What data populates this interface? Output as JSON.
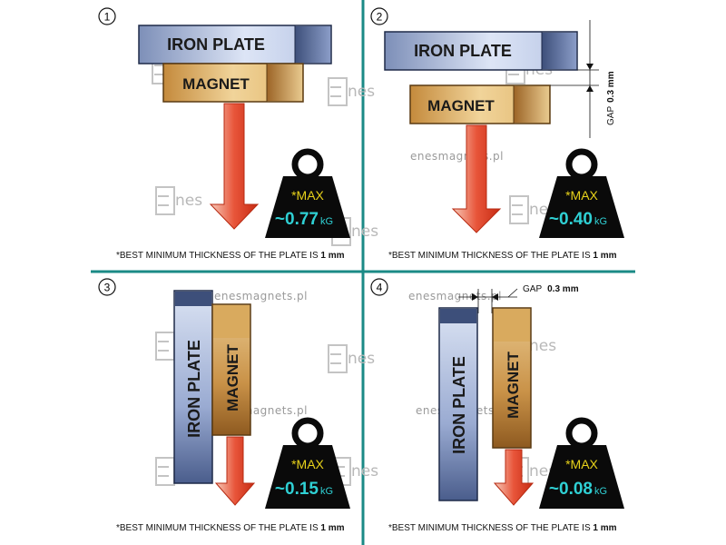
{
  "panels": [
    {
      "number": "1",
      "plate": "IRON PLATE",
      "magnet": "MAGNET",
      "max": "*MAX",
      "value": "~0.77",
      "unit": "kG",
      "note": "*BEST MINIMUM THICKNESS OF THE PLATE IS ",
      "note_bold": "1 mm"
    },
    {
      "number": "2",
      "plate": "IRON PLATE",
      "magnet": "MAGNET",
      "max": "*MAX",
      "value": "~0.40",
      "unit": "kG",
      "gap_label": "GAP",
      "gap_value": "0.3 mm",
      "note": "*BEST MINIMUM THICKNESS OF THE PLATE IS ",
      "note_bold": "1 mm"
    },
    {
      "number": "3",
      "plate": "IRON  PLATE",
      "magnet": "MAGNET",
      "max": "*MAX",
      "value": "~0.15",
      "unit": "kG",
      "note": "*BEST MINIMUM THICKNESS OF THE PLATE IS ",
      "note_bold": "1 mm"
    },
    {
      "number": "4",
      "plate": "IRON PLATE",
      "magnet": "MAGNET",
      "max": "*MAX",
      "value": "~0.08",
      "unit": "kG",
      "gap_label": "GAP",
      "gap_value": "0.3 mm",
      "note": "*BEST MINIMUM THICKNESS OF THE PLATE IS ",
      "note_bold": "1 mm"
    }
  ],
  "watermark": {
    "brand": "nes",
    "site": "enesmagnets.pl"
  },
  "colors": {
    "divider": "#1a8a86",
    "value": "#2fd0d4",
    "max": "#e8d21a",
    "arrow": "#d8361a",
    "weight": "#0a0a0a"
  }
}
